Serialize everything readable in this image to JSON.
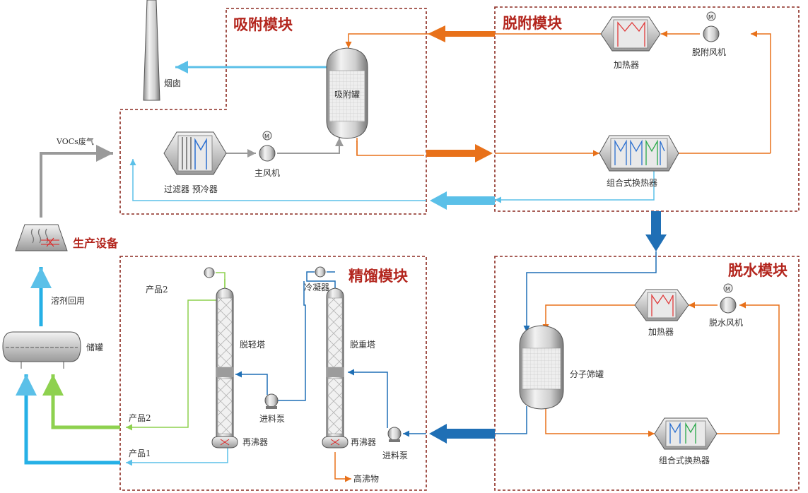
{
  "modules": {
    "adsorption": "吸附模块",
    "desorption": "脱附模块",
    "dehydration": "脱水模块",
    "rectification": "精馏模块"
  },
  "labels": {
    "chimney": "烟囱",
    "adsorption_tank": "吸附罐",
    "heater_top": "加热器",
    "desorb_fan": "脱附风机",
    "combined_hx_top": "组合式换热器",
    "voc_gas": "VOCs废气",
    "filter_precooler": "过滤器 预冷器",
    "main_fan": "主风机",
    "production_equipment": "生产设备",
    "solvent_return": "溶剂回用",
    "storage_tank": "储罐",
    "product2_top": "产品2",
    "product2_side": "产品2",
    "product1_side": "产品1",
    "light_tower": "脱轻塔",
    "heavy_tower": "脱重塔",
    "condenser": "冷凝器",
    "feed_pump_mid": "进料泵",
    "feed_pump_right": "进料泵",
    "reboiler_left": "再沸器",
    "reboiler_right": "再沸器",
    "high_boilers": "高沸物",
    "heater_dehyd": "加热器",
    "dehyd_fan": "脱水风机",
    "mol_sieve_tank": "分子筛罐",
    "combined_hx_bottom": "组合式换热器",
    "motor_symbol": "M"
  },
  "colors": {
    "module_border": "#8b2a20",
    "orange_flow": "#e8711a",
    "light_blue_flow": "#5bc0e8",
    "blue_flow": "#1f6fb5",
    "green_flow": "#8ed14f",
    "gray_flow": "#9a9a9a"
  }
}
